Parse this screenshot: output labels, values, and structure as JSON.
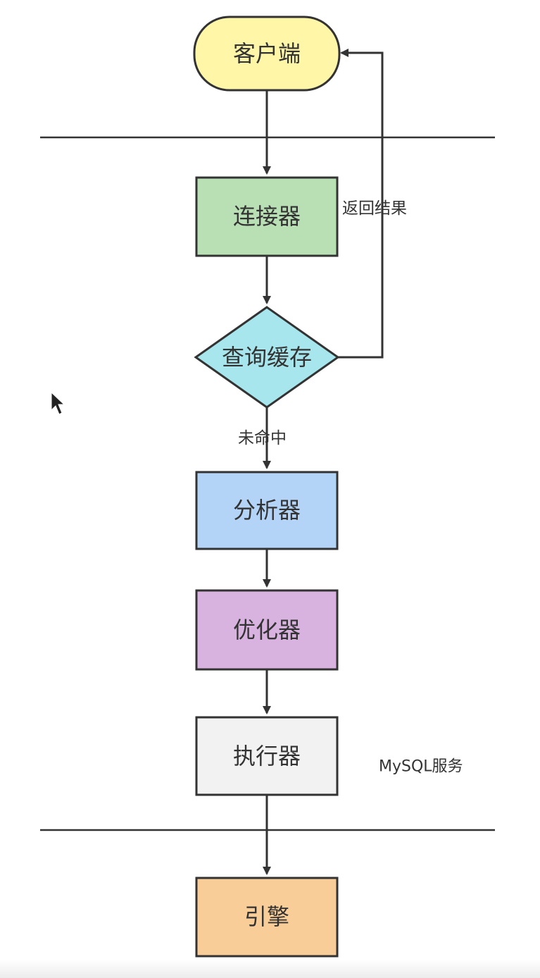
{
  "diagram": {
    "nodes": {
      "client": {
        "label": "客户端",
        "fill": "#fff6a8"
      },
      "connector": {
        "label": "连接器",
        "fill": "#b9dfb4"
      },
      "query_cache": {
        "label": "查询缓存",
        "fill": "#a6e6ec"
      },
      "analyzer": {
        "label": "分析器",
        "fill": "#b3d4f7"
      },
      "optimizer": {
        "label": "优化器",
        "fill": "#d8b3e0"
      },
      "executor": {
        "label": "执行器",
        "fill": "#f2f2f2"
      },
      "engine": {
        "label": "引擎",
        "fill": "#f9cd98"
      }
    },
    "edges": {
      "return_result": "返回结果",
      "cache_miss": "未命中"
    },
    "region_label": "MySQL服务",
    "colors": {
      "stroke": "#333333",
      "separator": "#333333",
      "background": "#ffffff"
    }
  }
}
